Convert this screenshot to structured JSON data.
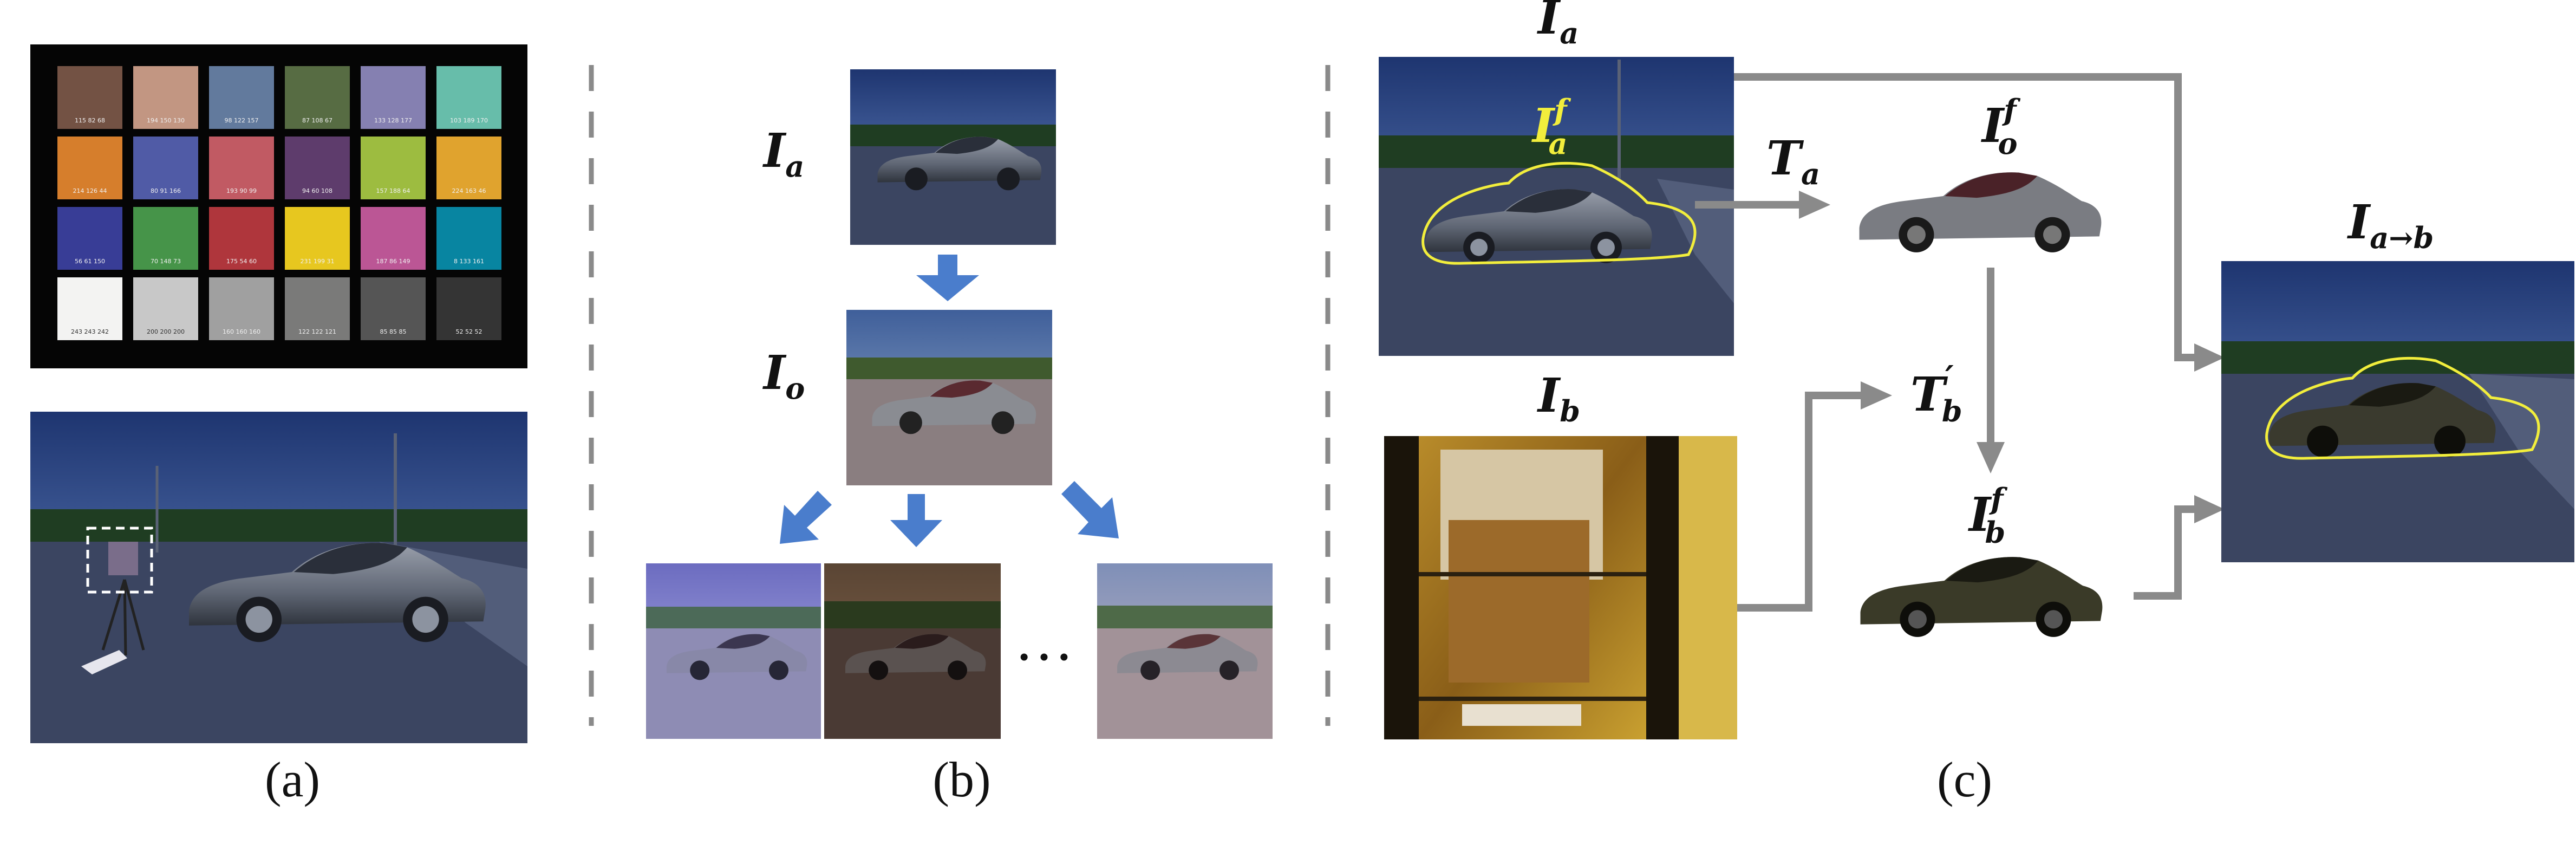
{
  "panels": {
    "a": {
      "caption": "(a)"
    },
    "b": {
      "caption": "(b)",
      "ellipsis": "…"
    },
    "c": {
      "caption": "(c)"
    }
  },
  "color_checker": {
    "rows": [
      [
        {
          "hex": "#735244",
          "label": "115 82 68"
        },
        {
          "hex": "#c29682",
          "label": "194 150 130"
        },
        {
          "hex": "#627a9d",
          "label": "98 122 157"
        },
        {
          "hex": "#576c43",
          "label": "87 108 67"
        },
        {
          "hex": "#8580b1",
          "label": "133 128 177"
        },
        {
          "hex": "#67bdaa",
          "label": "103 189 170"
        }
      ],
      [
        {
          "hex": "#d67e2c",
          "label": "214 126 44"
        },
        {
          "hex": "#505ba6",
          "label": "80 91 166"
        },
        {
          "hex": "#c15a63",
          "label": "193 90 99"
        },
        {
          "hex": "#5e3c6c",
          "label": "94 60 108"
        },
        {
          "hex": "#9dbc40",
          "label": "157 188 64"
        },
        {
          "hex": "#e0a32e",
          "label": "224 163 46"
        }
      ],
      [
        {
          "hex": "#383d96",
          "label": "56 61 150"
        },
        {
          "hex": "#469449",
          "label": "70 148 73"
        },
        {
          "hex": "#af363c",
          "label": "175 54 60"
        },
        {
          "hex": "#e7c71f",
          "label": "231 199 31"
        },
        {
          "hex": "#bb5695",
          "label": "187 86 149"
        },
        {
          "hex": "#0885a1",
          "label": "8 133 161"
        }
      ],
      [
        {
          "hex": "#f3f3f2",
          "label": "243 243 242"
        },
        {
          "hex": "#c8c8c8",
          "label": "200 200 200"
        },
        {
          "hex": "#a0a0a0",
          "label": "160 160 160"
        },
        {
          "hex": "#7a7a79",
          "label": "122 122 121"
        },
        {
          "hex": "#555555",
          "label": "85 85 85"
        },
        {
          "hex": "#343434",
          "label": "52 52 52"
        }
      ]
    ]
  },
  "math_labels": {
    "Ia": "I",
    "Ia_sub": "a",
    "Io": "I",
    "Io_sub": "o",
    "Ib": "I",
    "Ib_sub": "b",
    "Iaf": "I",
    "Iaf_sub": "a",
    "Iaf_sup": "f",
    "Iof": "I",
    "Iof_sub": "o",
    "Iof_sup": "f",
    "Ibf": "I",
    "Ibf_sub": "b",
    "Ibf_sup": "f",
    "Ta": "T",
    "Ta_sub": "a",
    "Tb": "T",
    "Tb_sub": "b",
    "Tb_sup": "′",
    "Iab": "I",
    "Iab_sub": "a→b"
  },
  "colors": {
    "arrow_blue": "#4a7dcc",
    "arrow_gray": "#8a8a8a",
    "outline_yellow": "#f2ee3c",
    "divider": "#8a8a8a"
  }
}
